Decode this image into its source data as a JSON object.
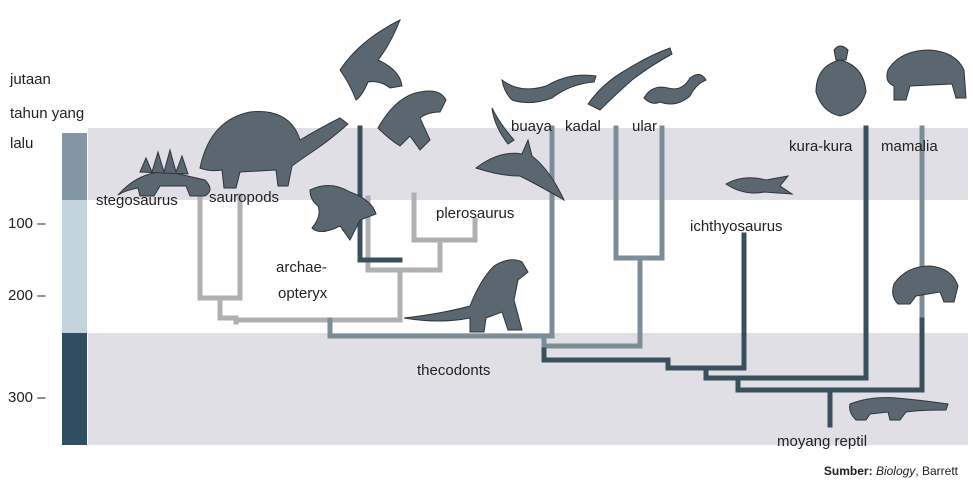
{
  "axis": {
    "title_lines": [
      "jutaan",
      "tahun yang",
      "lalu"
    ],
    "ticks": [
      "100 –",
      "200 –",
      "300 –"
    ]
  },
  "taxa": {
    "stegosaurus": "stegosaurus",
    "sauropods": "sauropods",
    "archaeopteryx_line1": "archae-",
    "archaeopteryx_line2": "opteryx",
    "plerosaurus": "plerosaurus",
    "buaya": "buaya",
    "kadal": "kadal",
    "ular": "ular",
    "ichthyosaurus": "ichthyosaurus",
    "kura_kura": "kura-kura",
    "mamalia": "mamalia",
    "thecodonts": "thecodonts",
    "moyang_reptil": "moyang reptil"
  },
  "source": {
    "label": "Sumber:",
    "title": "Biology",
    "author": ", Barrett"
  },
  "colors": {
    "era_light": "#ececf0",
    "era_gray": "#dfdfe5",
    "bar_top": "#8296a3",
    "bar_mid": "#c3d3db",
    "bar_bottom": "#2f4e60",
    "line_light": "#b5b5b5",
    "line_mid": "#7d8d97",
    "line_dark": "#3a4f5c"
  }
}
